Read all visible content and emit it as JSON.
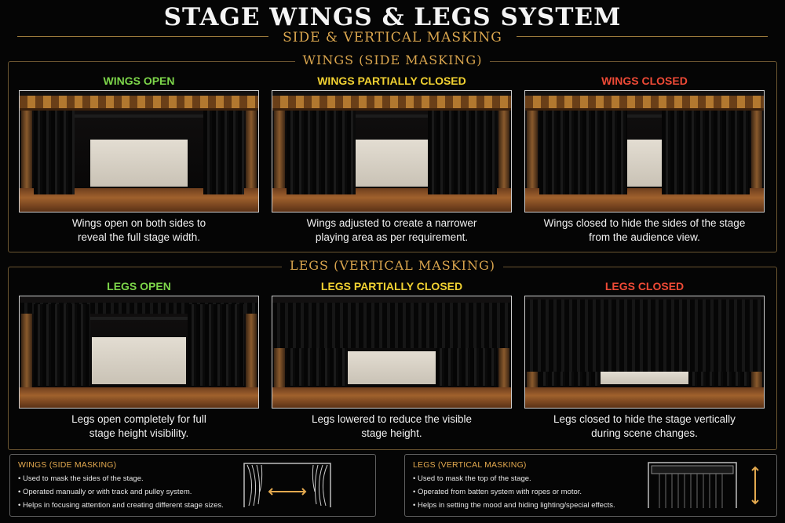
{
  "header": {
    "title": "STAGE WINGS & LEGS SYSTEM",
    "subtitle": "SIDE & VERTICAL MASKING"
  },
  "accent_color": "#d9a54e",
  "wings_section": {
    "heading": "WINGS (SIDE MASKING)",
    "cards": [
      {
        "label": "WINGS OPEN",
        "label_color": "#7dd64a",
        "description_line1": "Wings open on both sides to",
        "description_line2": "reveal the full stage width."
      },
      {
        "label": "WINGS PARTIALLY CLOSED",
        "label_color": "#f2d232",
        "description_line1": "Wings adjusted to create a narrower",
        "description_line2": "playing area as per requirement."
      },
      {
        "label": "WINGS CLOSED",
        "label_color": "#ef4a36",
        "description_line1": "Wings closed to hide the sides of the stage",
        "description_line2": "from the audience view."
      }
    ]
  },
  "legs_section": {
    "heading": "LEGS (VERTICAL MASKING)",
    "cards": [
      {
        "label": "LEGS OPEN",
        "label_color": "#7dd64a",
        "description_line1": "Legs open completely for full",
        "description_line2": "stage height visibility."
      },
      {
        "label": "LEGS PARTIALLY CLOSED",
        "label_color": "#f2d232",
        "description_line1": "Legs lowered to reduce the visible",
        "description_line2": "stage height."
      },
      {
        "label": "LEGS CLOSED",
        "label_color": "#ef4a36",
        "description_line1": "Legs closed to hide the stage vertically",
        "description_line2": "during scene changes."
      }
    ]
  },
  "info_wings": {
    "heading": "WINGS (SIDE MASKING)",
    "bullets": [
      "Used to mask the sides of the stage.",
      "Operated manually or with track and pulley system.",
      "Helps in focusing attention and creating different stage sizes."
    ],
    "icon": "horizontal-curtain-arrow-icon"
  },
  "info_legs": {
    "heading": "LEGS (VERTICAL MASKING)",
    "bullets": [
      "Used to mask the top of the stage.",
      "Operated from batten system with ropes or motor.",
      "Helps in setting the mood and hiding lighting/special effects."
    ],
    "icon": "vertical-curtain-arrow-icon"
  }
}
